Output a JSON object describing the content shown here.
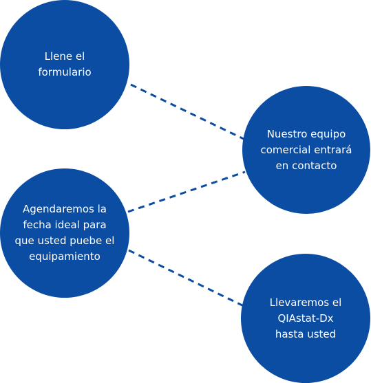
{
  "colors": {
    "node_fill": "#0b4da2",
    "node_text": "#ffffff",
    "connector": "#0b4da2"
  },
  "steps": [
    {
      "id": "fill-form",
      "label": "Llene el\nformulario"
    },
    {
      "id": "sales-contact",
      "label": "Nuestro equipo\ncomercial entrará\nen contacto"
    },
    {
      "id": "schedule-demo",
      "label": "Agendaremos la\nfecha ideal para\nque usted puebe el\nequipamiento"
    },
    {
      "id": "deliver-device",
      "label": "Llevaremos el\nQIAstat-Dx\nhasta usted"
    }
  ],
  "connections": [
    {
      "from": "fill-form",
      "to": "sales-contact",
      "style": "dashed"
    },
    {
      "from": "schedule-demo",
      "to": "sales-contact",
      "style": "dashed"
    },
    {
      "from": "schedule-demo",
      "to": "deliver-device",
      "style": "dashed"
    }
  ]
}
